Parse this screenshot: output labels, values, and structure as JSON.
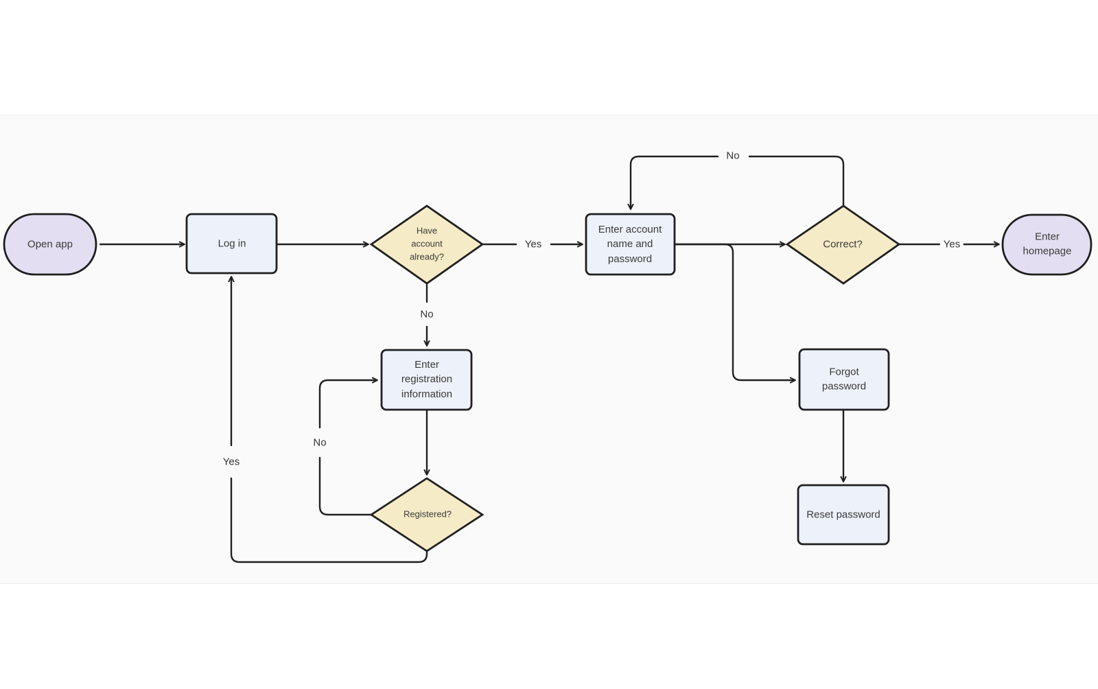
{
  "palette": {
    "background": "#ffffff",
    "canvas_band": "#fafafa",
    "terminal_fill": "#e4def2",
    "process_fill": "#edf1fa",
    "decision_fill": "#f6ebc7",
    "stroke": "#1f1f1f",
    "text": "#3a3a3a"
  },
  "nodes": [
    {
      "id": "open-app",
      "type": "terminal",
      "label": "Open app"
    },
    {
      "id": "log-in",
      "type": "process",
      "label": "Log in"
    },
    {
      "id": "have-account",
      "type": "decision",
      "label": "Have account already?"
    },
    {
      "id": "enter-account",
      "type": "process",
      "label": "Enter account name and password"
    },
    {
      "id": "correct",
      "type": "decision",
      "label": "Correct?"
    },
    {
      "id": "enter-homepage",
      "type": "terminal",
      "label": "Enter homepage"
    },
    {
      "id": "enter-registration",
      "type": "process",
      "label": "Enter registration information"
    },
    {
      "id": "registered",
      "type": "decision",
      "label": "Registered?"
    },
    {
      "id": "forgot-password",
      "type": "process",
      "label": "Forgot password"
    },
    {
      "id": "reset-password",
      "type": "process",
      "label": "Reset password"
    }
  ],
  "edges": [
    {
      "from": "open-app",
      "to": "log-in",
      "label": ""
    },
    {
      "from": "log-in",
      "to": "have-account",
      "label": ""
    },
    {
      "from": "have-account",
      "to": "enter-account",
      "label": "Yes"
    },
    {
      "from": "have-account",
      "to": "enter-registration",
      "label": "No"
    },
    {
      "from": "enter-account",
      "to": "correct",
      "label": ""
    },
    {
      "from": "correct",
      "to": "enter-homepage",
      "label": "Yes"
    },
    {
      "from": "correct",
      "to": "enter-account",
      "label": "No"
    },
    {
      "from": "enter-account",
      "to": "forgot-password",
      "label": ""
    },
    {
      "from": "forgot-password",
      "to": "reset-password",
      "label": ""
    },
    {
      "from": "enter-registration",
      "to": "registered",
      "label": ""
    },
    {
      "from": "registered",
      "to": "enter-registration",
      "label": "No"
    },
    {
      "from": "registered",
      "to": "log-in",
      "label": "Yes"
    }
  ]
}
